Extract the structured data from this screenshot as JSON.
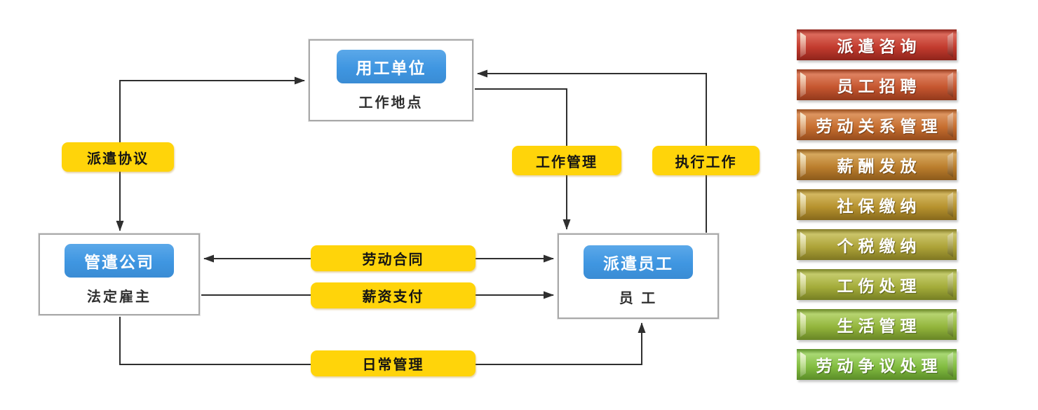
{
  "diagram": {
    "nodes": {
      "client_company": {
        "title": "用工单位",
        "subtitle": "工作地点"
      },
      "dispatch_company": {
        "title": "管遣公司",
        "subtitle": "法定雇主"
      },
      "dispatched_employee": {
        "title": "派遣员工",
        "subtitle": "员 工"
      }
    },
    "edge_labels": {
      "dispatch_agreement": "派遣协议",
      "work_management": "工作管理",
      "execute_work": "执行工作",
      "labor_contract": "劳动合同",
      "salary_payment": "薪资支付",
      "daily_management": "日常管理"
    },
    "colors": {
      "node_button_blue": "#3F96E1",
      "edge_label_yellow": "#FFD40A",
      "arrow": "#2F2F2F",
      "node_border": "#A9A9A9"
    }
  },
  "services": {
    "items": [
      {
        "label": "派遣咨询",
        "color": "#C23B2E",
        "color_light": "#DC6A5C",
        "color_dark": "#8F241B"
      },
      {
        "label": "员工招聘",
        "color": "#C5562F",
        "color_light": "#DE8160",
        "color_dark": "#93391C"
      },
      {
        "label": "劳动关系管理",
        "color": "#C66E2F",
        "color_light": "#DD9560",
        "color_dark": "#964C1D"
      },
      {
        "label": "薪酬发放",
        "color": "#BB7E2D",
        "color_light": "#D6A85E",
        "color_dark": "#8C5A1B"
      },
      {
        "label": "社保缴纳",
        "color": "#B6922E",
        "color_light": "#D3B760",
        "color_dark": "#87691C"
      },
      {
        "label": "个税缴纳",
        "color": "#ADA338",
        "color_light": "#CBC46A",
        "color_dark": "#7F7722"
      },
      {
        "label": "工伤处理",
        "color": "#A4AC3A",
        "color_light": "#C4CB6C",
        "color_dark": "#767F23"
      },
      {
        "label": "生活管理",
        "color": "#93B53C",
        "color_light": "#B6D470",
        "color_dark": "#688525"
      },
      {
        "label": "劳动争议处理",
        "color": "#82BC40",
        "color_light": "#A8D873",
        "color_dark": "#5A8C28"
      }
    ]
  }
}
